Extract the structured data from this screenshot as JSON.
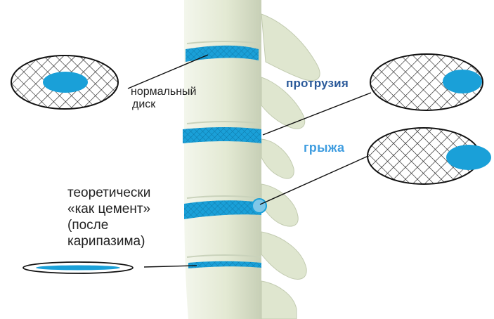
{
  "labels": {
    "normal_disc": [
      "нормальный",
      "диск"
    ],
    "protrusion": "протрузия",
    "hernia": "грыжа",
    "cement": [
      "теоретически",
      "«как цемент»",
      "(после",
      "карипазима)"
    ]
  },
  "colors": {
    "disc_blue": "#1aa0d8",
    "bone": "#e6ecd9",
    "bone_shadow": "#c9d2bb",
    "protrusion_text": "#2b5a9a",
    "hernia_text": "#3f9de0"
  }
}
